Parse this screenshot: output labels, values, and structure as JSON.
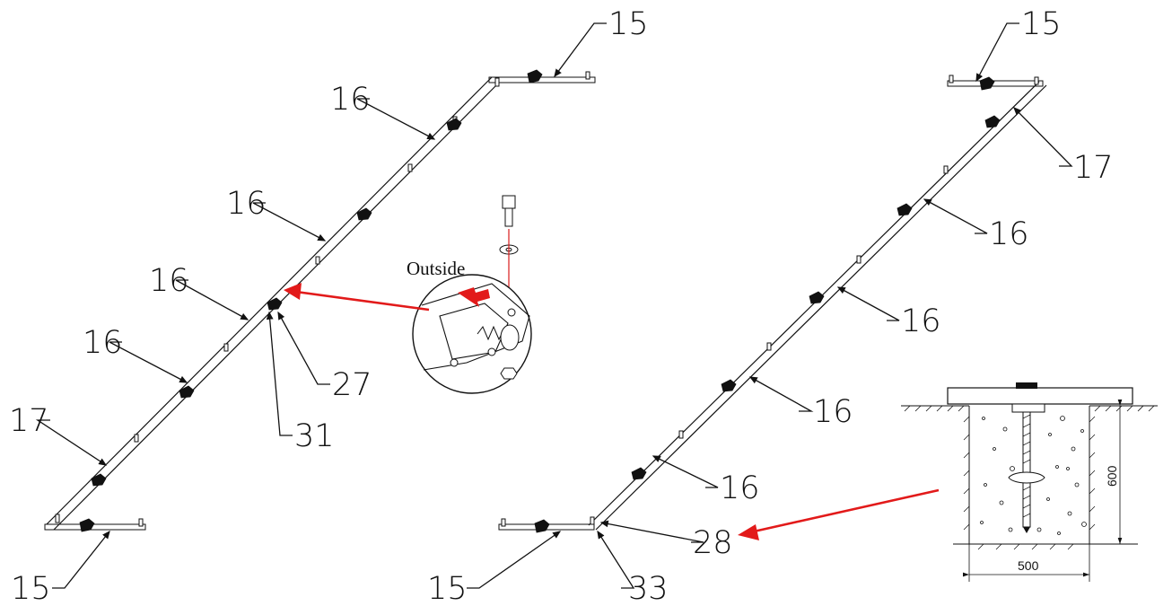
{
  "callouts": {
    "left_15_top": "15",
    "left_16_a": "16",
    "left_16_b": "16",
    "left_16_c": "16",
    "left_16_d": "16",
    "left_17": "17",
    "left_27": "27",
    "left_31": "31",
    "left_15_bottom": "15",
    "right_15_top": "15",
    "right_17": "17",
    "right_16_a": "16",
    "right_16_b": "16",
    "right_16_c": "16",
    "right_16_d": "16",
    "right_15_bottom": "15",
    "right_33": "33",
    "right_28": "28"
  },
  "detail": {
    "outside_label": "Outside"
  },
  "foundation": {
    "depth_label": "600",
    "width_label": "500"
  },
  "colors": {
    "arrow": "#e21a1a",
    "line": "#111111",
    "link": "#d81b1b"
  }
}
